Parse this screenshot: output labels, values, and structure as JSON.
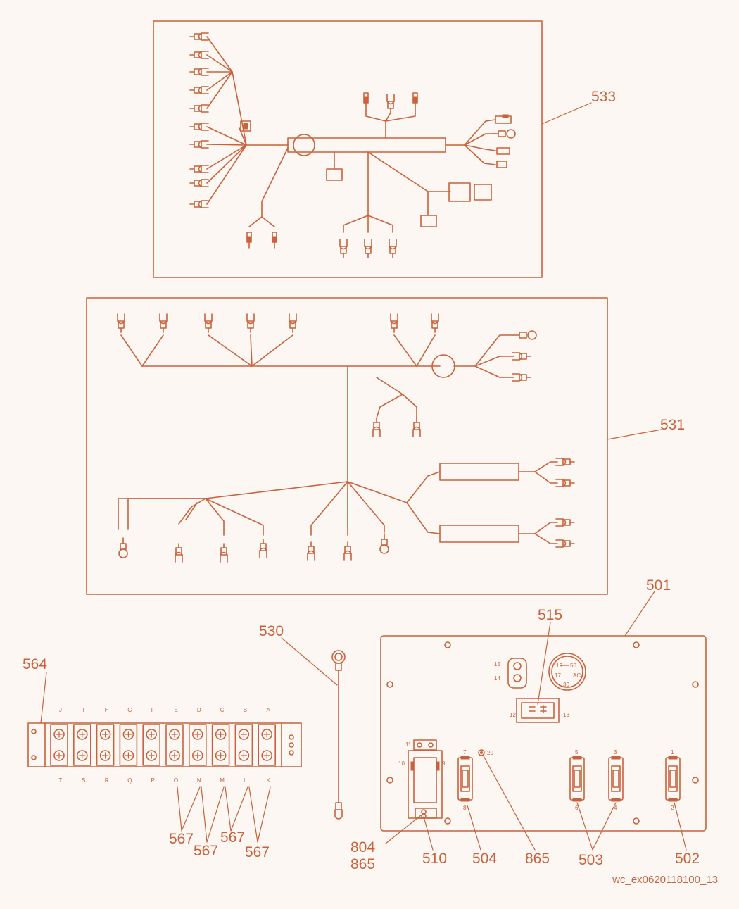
{
  "callouts": {
    "c533": "533",
    "c531": "531",
    "c501": "501",
    "c515": "515",
    "c530": "530",
    "c564": "564",
    "c567a": "567",
    "c567b": "567",
    "c567c": "567",
    "c567d": "567",
    "c804": "804",
    "c865a": "865",
    "c510": "510",
    "c504": "504",
    "c865b": "865",
    "c503": "503",
    "c502": "502"
  },
  "terminal_block": {
    "top_letters": [
      "J",
      "I",
      "H",
      "G",
      "F",
      "E",
      "D",
      "C",
      "B",
      "A"
    ],
    "bottom_letters": [
      "T",
      "S",
      "R",
      "Q",
      "P",
      "O",
      "N",
      "M",
      "L",
      "K"
    ]
  },
  "panel": {
    "relay_pins": {
      "p15": "15",
      "p14": "14",
      "p12": "12",
      "p13": "13"
    },
    "gauge": {
      "t19": "19",
      "t50": "50",
      "t17": "17",
      "tac": "AC",
      "t30": "30"
    },
    "module_pins": {
      "p11": "11",
      "p10": "10",
      "p9": "9"
    },
    "switch_pins": {
      "s7": "7",
      "s8": "8",
      "s5": "5",
      "s6": "6",
      "s3": "3",
      "s4": "4",
      "s1": "1",
      "s2": "2",
      "p20": "20"
    }
  },
  "image_id": "wc_ex0620118100_13",
  "colors": {
    "line": "#c8623c",
    "background": "#fcf7f3"
  }
}
